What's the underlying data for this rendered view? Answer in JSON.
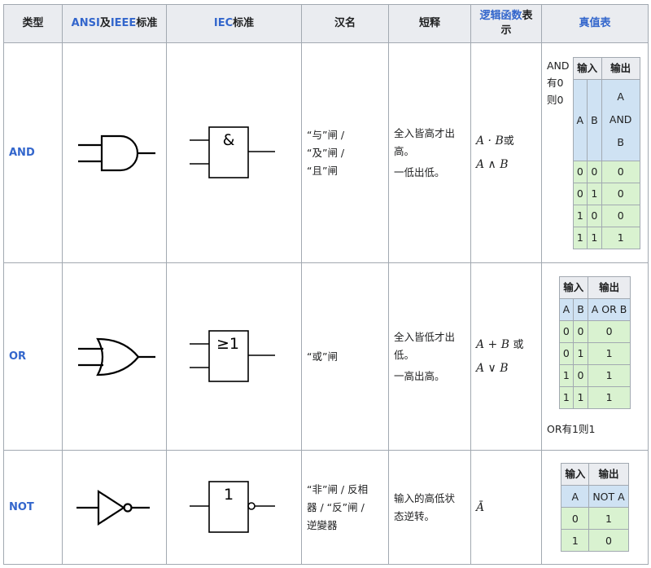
{
  "headers": {
    "type": "类型",
    "ansi_a": "ANSI",
    "ansi_b": "及",
    "ansi_c": "IEEE",
    "ansi_d": "标准",
    "iec_a": "IEC",
    "iec_b": "标准",
    "chinese": "汉名",
    "short": "短释",
    "logic": "逻辑函数",
    "logic_b": "表示",
    "truth": "真值表"
  },
  "rows": {
    "and": {
      "type": "AND",
      "iec_symbol": "&",
      "names": [
        "“与”闸 /",
        "“及”闸 /",
        "“且”闸"
      ],
      "desc": [
        "全入皆高才出高。",
        "一低出低。"
      ],
      "formula1": "A · B",
      "formula1_suffix": "或",
      "formula2": "A ∧ B",
      "note": [
        "AND",
        "有0",
        "则0"
      ],
      "tt": {
        "h_in": "输入",
        "h_out": "输出",
        "cols": [
          "A",
          "B",
          "A AND B"
        ],
        "rows": [
          [
            "0",
            "0",
            "0"
          ],
          [
            "0",
            "1",
            "0"
          ],
          [
            "1",
            "0",
            "0"
          ],
          [
            "1",
            "1",
            "1"
          ]
        ]
      }
    },
    "or": {
      "type": "OR",
      "iec_symbol": "≥1",
      "names": [
        "“或”闸"
      ],
      "desc": [
        "全入皆低才出低。",
        "一高出高。"
      ],
      "formula1": "A + B",
      "formula1_suffix": "或",
      "formula2": "A ∨ B",
      "note": [
        "OR有1则1"
      ],
      "tt": {
        "h_in": "输入",
        "h_out": "输出",
        "cols": [
          "A",
          "B",
          "A OR B"
        ],
        "rows": [
          [
            "0",
            "0",
            "0"
          ],
          [
            "0",
            "1",
            "1"
          ],
          [
            "1",
            "0",
            "1"
          ],
          [
            "1",
            "1",
            "1"
          ]
        ]
      }
    },
    "not": {
      "type": "NOT",
      "iec_symbol": "1",
      "names": [
        "“非”闸 / 反相",
        "器 / “反”闸 /",
        "逆變器"
      ],
      "desc": [
        "输入的高低状",
        "态逆转。"
      ],
      "formula1": "Ā",
      "tt": {
        "h_in": "输入",
        "h_out": "输出",
        "cols": [
          "A",
          "NOT A"
        ],
        "rows": [
          [
            "0",
            "1"
          ],
          [
            "1",
            "0"
          ]
        ]
      }
    }
  }
}
